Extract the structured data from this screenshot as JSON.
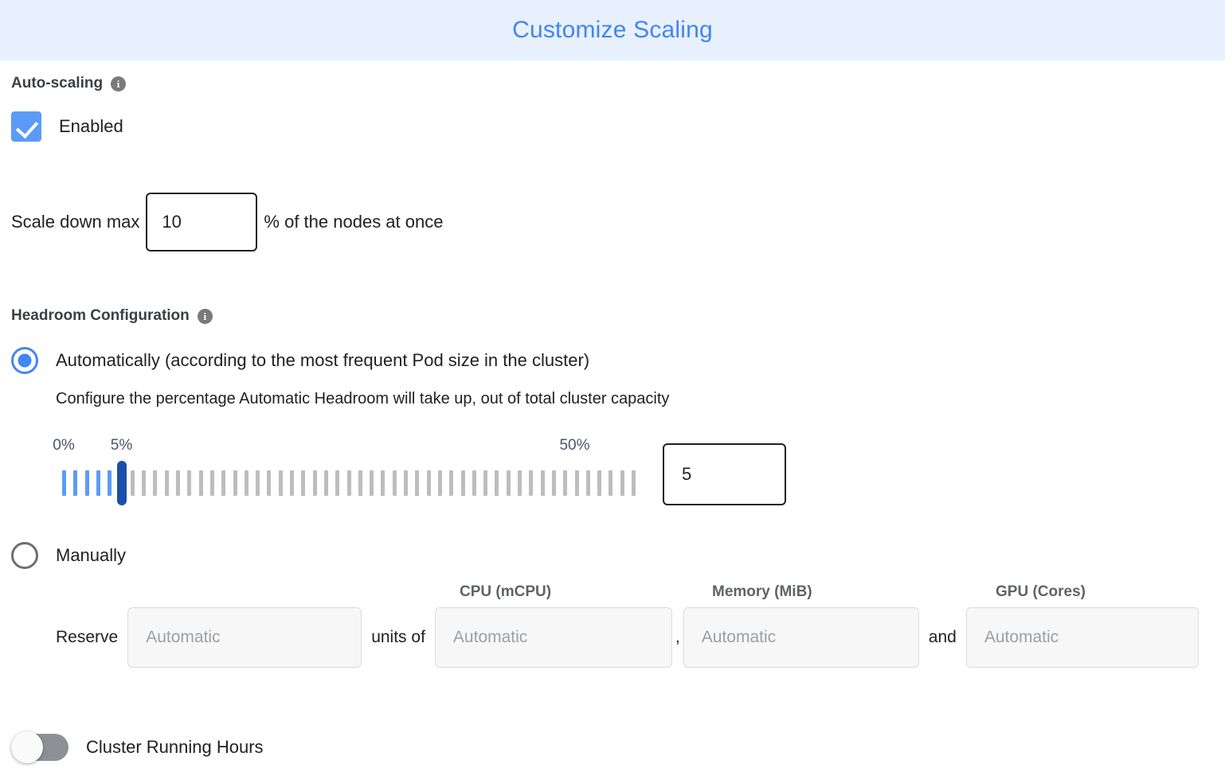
{
  "header": {
    "title": "Customize Scaling",
    "background": "#e8f0fe",
    "title_color": "#4285f4"
  },
  "autoscaling": {
    "section_label": "Auto-scaling",
    "info_glyph": "i",
    "enabled_label": "Enabled",
    "enabled_checked": true,
    "checkbox_color": "#5b9bf8",
    "scale_down": {
      "prefix_label": "Scale down max",
      "value": "10",
      "suffix_label": "% of the nodes at once"
    }
  },
  "headroom": {
    "section_label": "Headroom Configuration",
    "info_glyph": "i",
    "option_auto": {
      "label": "Automatically (according to the most frequent Pod size in the cluster)",
      "selected": true,
      "description": "Configure the percentage Automatic Headroom will take up, out of total cluster capacity"
    },
    "slider": {
      "min_label": "0%",
      "current_label": "5%",
      "max_label": "50%",
      "min": 0,
      "max": 50,
      "value": 5,
      "value_text": "5",
      "tick_count": 51,
      "filled_color": "#5b9bf8",
      "empty_color": "#bdbdbd",
      "thumb_color": "#1b4fa8",
      "label_color": "#4a5568"
    },
    "option_manual": {
      "label": "Manually",
      "selected": false,
      "reserve_prefix": "Reserve",
      "units_of": "units of",
      "separator_comma": ",",
      "separator_and": "and",
      "columns": [
        {
          "header": "",
          "placeholder": "Automatic",
          "value": ""
        },
        {
          "header": "CPU (mCPU)",
          "placeholder": "Automatic",
          "value": ""
        },
        {
          "header": "Memory (MiB)",
          "placeholder": "Automatic",
          "value": ""
        },
        {
          "header": "GPU (Cores)",
          "placeholder": "Automatic",
          "value": ""
        }
      ]
    }
  },
  "cluster_running_hours": {
    "label": "Cluster Running Hours",
    "enabled": false
  }
}
